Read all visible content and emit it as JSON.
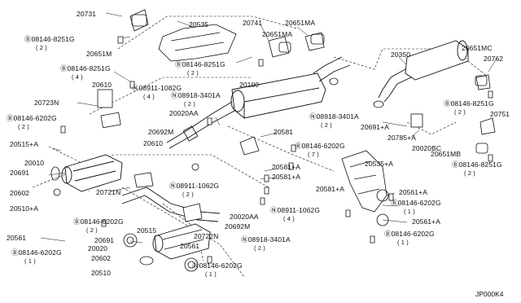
{
  "diagram_ref": "JP000K4",
  "labels": [
    {
      "id": "20731",
      "text": "20731"
    },
    {
      "id": "b_8251g_a",
      "text": "Ⓑ08146-8251G"
    },
    {
      "id": "b_8251g_a_q",
      "text": "( 2 )"
    },
    {
      "id": "20651m",
      "text": "20651M"
    },
    {
      "id": "20535",
      "text": "20535"
    },
    {
      "id": "20741",
      "text": "20741"
    },
    {
      "id": "20651ma_a",
      "text": "20651MA"
    },
    {
      "id": "20651ma_b",
      "text": "20651MA"
    },
    {
      "id": "b_8251g_b",
      "text": "Ⓑ08146-8251G"
    },
    {
      "id": "b_8251g_b_q",
      "text": "( 4 )"
    },
    {
      "id": "b_8251g_c",
      "text": "Ⓑ08146-8251G"
    },
    {
      "id": "b_8251g_c_q",
      "text": "( 2 )"
    },
    {
      "id": "20610_a",
      "text": "20610"
    },
    {
      "id": "n_1082g",
      "text": "Ⓝ08911-1082G"
    },
    {
      "id": "n_1082g_q",
      "text": "( 4 )"
    },
    {
      "id": "20100",
      "text": "20100"
    },
    {
      "id": "20350",
      "text": "20350"
    },
    {
      "id": "20651mc",
      "text": "20651MC"
    },
    {
      "id": "20762",
      "text": "20762"
    },
    {
      "id": "n_3401a_a",
      "text": "Ⓝ08918-3401A"
    },
    {
      "id": "n_3401a_a_q",
      "text": "( 2 )"
    },
    {
      "id": "20723n",
      "text": "20723N"
    },
    {
      "id": "20020aa_a",
      "text": "20020AA"
    },
    {
      "id": "b_6202g_a",
      "text": "Ⓑ08146-6202G"
    },
    {
      "id": "b_6202g_a_q",
      "text": "( 2 )"
    },
    {
      "id": "20692m_a",
      "text": "20692M"
    },
    {
      "id": "20581",
      "text": "20581"
    },
    {
      "id": "n_3401a_b",
      "text": "Ⓝ08918-3401A"
    },
    {
      "id": "n_3401a_b_q",
      "text": "( 2 )"
    },
    {
      "id": "20691a_a",
      "text": "20691+A"
    },
    {
      "id": "b_8251g_d",
      "text": "Ⓑ08146-8251G"
    },
    {
      "id": "b_8251g_d_q",
      "text": "( 2 )"
    },
    {
      "id": "20751",
      "text": "20751"
    },
    {
      "id": "20785a",
      "text": "20785+A"
    },
    {
      "id": "20020bc",
      "text": "20020BC"
    },
    {
      "id": "20515a_a",
      "text": "20515+A"
    },
    {
      "id": "20610_b",
      "text": "20610"
    },
    {
      "id": "b_6202g_b",
      "text": "Ⓑ08146-6202G"
    },
    {
      "id": "b_6202g_b_q",
      "text": "( 7 )"
    },
    {
      "id": "20651mb",
      "text": "20651MB"
    },
    {
      "id": "b_8251g_e",
      "text": "Ⓑ08146-8251G"
    },
    {
      "id": "b_8251g_e_q",
      "text": "( 2 )"
    },
    {
      "id": "20010",
      "text": "20010"
    },
    {
      "id": "20691_a",
      "text": "20691"
    },
    {
      "id": "20535a",
      "text": "20535+A"
    },
    {
      "id": "20581a_a",
      "text": "20581+A"
    },
    {
      "id": "20581a_b",
      "text": "20581+A"
    },
    {
      "id": "20581a_c",
      "text": "20581+A"
    },
    {
      "id": "n_1062g_a",
      "text": "Ⓝ08911-1062G"
    },
    {
      "id": "n_1062g_a_q",
      "text": "( 2 )"
    },
    {
      "id": "20602_a",
      "text": "20602"
    },
    {
      "id": "20721n",
      "text": "20721N"
    },
    {
      "id": "20561a_a",
      "text": "20561+A"
    },
    {
      "id": "b_6202g_c",
      "text": "Ⓑ08146-6202G"
    },
    {
      "id": "b_6202g_c_q",
      "text": "( 1 )"
    },
    {
      "id": "20510a",
      "text": "20510+A"
    },
    {
      "id": "b_6202g_d",
      "text": "Ⓑ08146-6202G"
    },
    {
      "id": "b_6202g_d_q",
      "text": "( 2 )"
    },
    {
      "id": "20020aa_b",
      "text": "20020AA"
    },
    {
      "id": "n_1062g_b",
      "text": "Ⓝ08911-1062G"
    },
    {
      "id": "n_1062g_b_q",
      "text": "( 4 )"
    },
    {
      "id": "20692m_b",
      "text": "20692M"
    },
    {
      "id": "20561a_b",
      "text": "20561+A"
    },
    {
      "id": "20515",
      "text": "20515"
    },
    {
      "id": "20722n",
      "text": "20722N"
    },
    {
      "id": "b_6202g_e",
      "text": "Ⓑ08146-6202G"
    },
    {
      "id": "b_6202g_e_q",
      "text": "( 1 )"
    },
    {
      "id": "20561_a",
      "text": "20561"
    },
    {
      "id": "20691_b",
      "text": "20691"
    },
    {
      "id": "n_3401a_c",
      "text": "Ⓝ08918-3401A"
    },
    {
      "id": "n_3401a_c_q",
      "text": "( 2 )"
    },
    {
      "id": "20020",
      "text": "20020"
    },
    {
      "id": "b_6202g_f",
      "text": "Ⓑ08146-6202G"
    },
    {
      "id": "b_6202g_f_q",
      "text": "( 1 )"
    },
    {
      "id": "20561_b",
      "text": "20561"
    },
    {
      "id": "20602_b",
      "text": "20602"
    },
    {
      "id": "b_6202g_g",
      "text": "Ⓑ08146-6202G"
    },
    {
      "id": "b_6202g_g_q",
      "text": "( 1 )"
    },
    {
      "id": "20510",
      "text": "20510"
    }
  ]
}
